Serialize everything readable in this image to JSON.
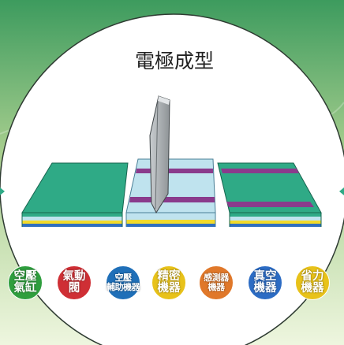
{
  "title": "電極成型",
  "colors": {
    "bg_top": "#3d9b5e",
    "bg_mid": "#a9cf8f",
    "bg_bottom": "#eef6df",
    "circle": "#ffffff",
    "teal_layer": "#2faa86",
    "purple_stripe": "#8a3b8c",
    "light_blue_layer": "#bfe3ee",
    "yellow_layer": "#f2da2a",
    "blade": "#9ea3a6"
  },
  "panels": [
    "left-sheet",
    "middle-sheet-with-blade",
    "right-sheet-with-stripes"
  ],
  "badges": [
    {
      "line1": "空壓",
      "line2": "氣缸",
      "color": "#2f9e3e",
      "size": "lg"
    },
    {
      "line1": "氣動",
      "line2": "閥",
      "color": "#cf2f35",
      "size": "lg"
    },
    {
      "line1": "空壓",
      "line2": "輔助機器",
      "color": "#1f6fb8",
      "size": "sm"
    },
    {
      "line1": "精密",
      "line2": "機器",
      "color": "#e8c21a",
      "size": "lg"
    },
    {
      "line1": "感測器",
      "line2": "機器",
      "color": "#e0782a",
      "size": "sm"
    },
    {
      "line1": "真空",
      "line2": "機器",
      "color": "#2c6cc4",
      "size": "lg"
    },
    {
      "line1": "省力",
      "line2": "機器",
      "color": "#e8c21a",
      "size": "lg"
    }
  ]
}
